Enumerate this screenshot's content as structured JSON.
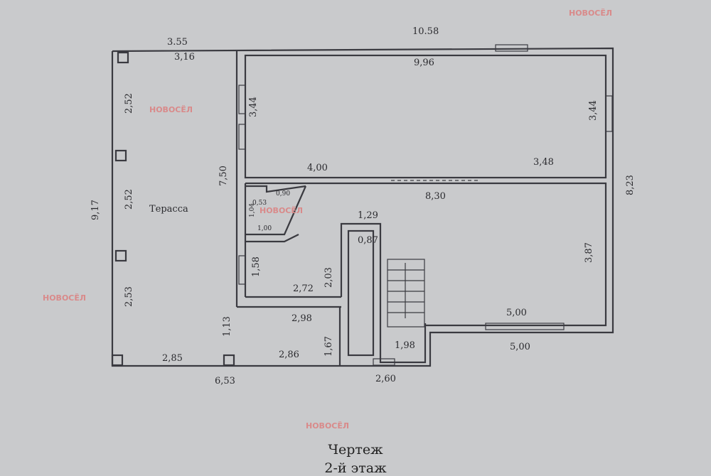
{
  "watermark": "НОВОСЁЛ",
  "title": "Чертеж",
  "subtitle": "2-й этаж",
  "room_label": "Терасса",
  "dims": {
    "top_left": "3.55",
    "top_left_inner": "3,16",
    "top_total": "10.58",
    "top_room": "9,96",
    "left_total": "9,17",
    "left_a": "2,52",
    "left_b": "2,52",
    "left_c": "2,53",
    "terrace_h": "7,50",
    "room_left_h": "3,44",
    "room_right_h": "3,44",
    "right_total": "8,23",
    "mid_left": "4,00",
    "mid_right": "3,48",
    "mid_span": "8,30",
    "small_w": "0,90",
    "small_a": "0,53",
    "small_b": "1,04",
    "small_c": "1,00",
    "stair_top": "1,29",
    "stair_w": "0,87",
    "room_h": "1,58",
    "room_w": "2,72",
    "stair_h": "2,03",
    "hall_w": "2,98",
    "hall_h": "1,13",
    "hall_h2": "1,67",
    "hall_b": "2,86",
    "right_room_h": "3,87",
    "right_room_w": "5,00",
    "right_bottom": "5,00",
    "stair_bottom": "1,98",
    "bottom_terrace": "2,85",
    "bottom_total": "6,53",
    "bottom_stair": "2,60"
  }
}
